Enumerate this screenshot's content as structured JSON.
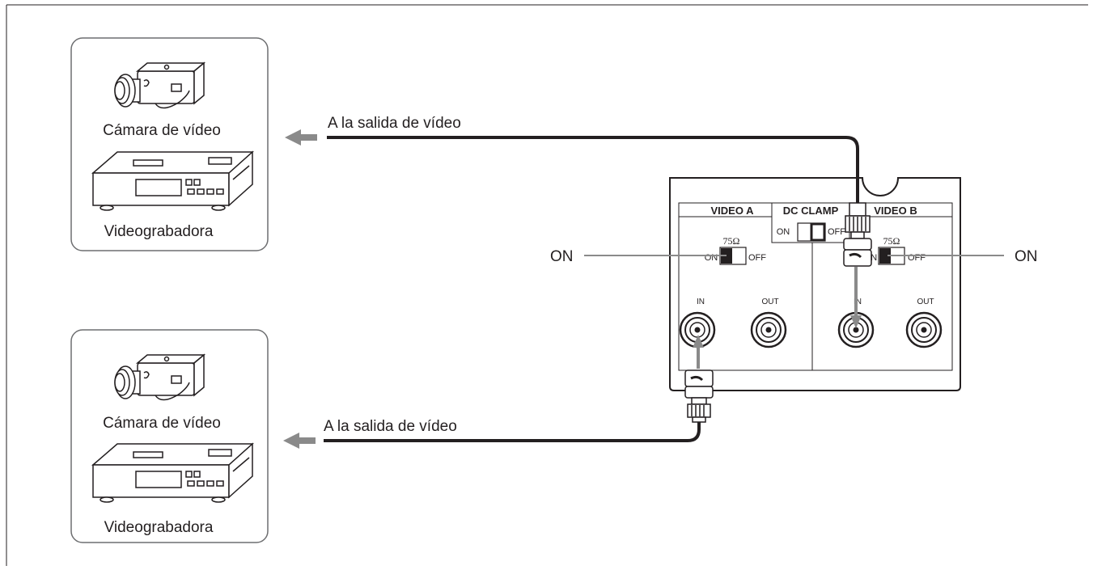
{
  "devices": [
    {
      "camera_label": "Cámara de vídeo",
      "vcr_label": "Videograbadora"
    },
    {
      "camera_label": "Cámara de vídeo",
      "vcr_label": "Videograbadora"
    }
  ],
  "cables": [
    {
      "label": "A la salida de vídeo"
    },
    {
      "label": "A la salida de vídeo"
    }
  ],
  "panel": {
    "video_a": "VIDEO A",
    "dc_clamp": "DC CLAMP",
    "video_b": "VIDEO B",
    "switch_on": "ON",
    "switch_off": "OFF",
    "termination": "75Ω",
    "in_label": "IN",
    "out_label": "OUT"
  },
  "callouts": {
    "left": "ON",
    "right": "ON"
  },
  "colors": {
    "line": "#231f20",
    "arrow": "#8a8a8a",
    "panel_fill": "#ffffff",
    "switch_knob": "#231f20"
  }
}
